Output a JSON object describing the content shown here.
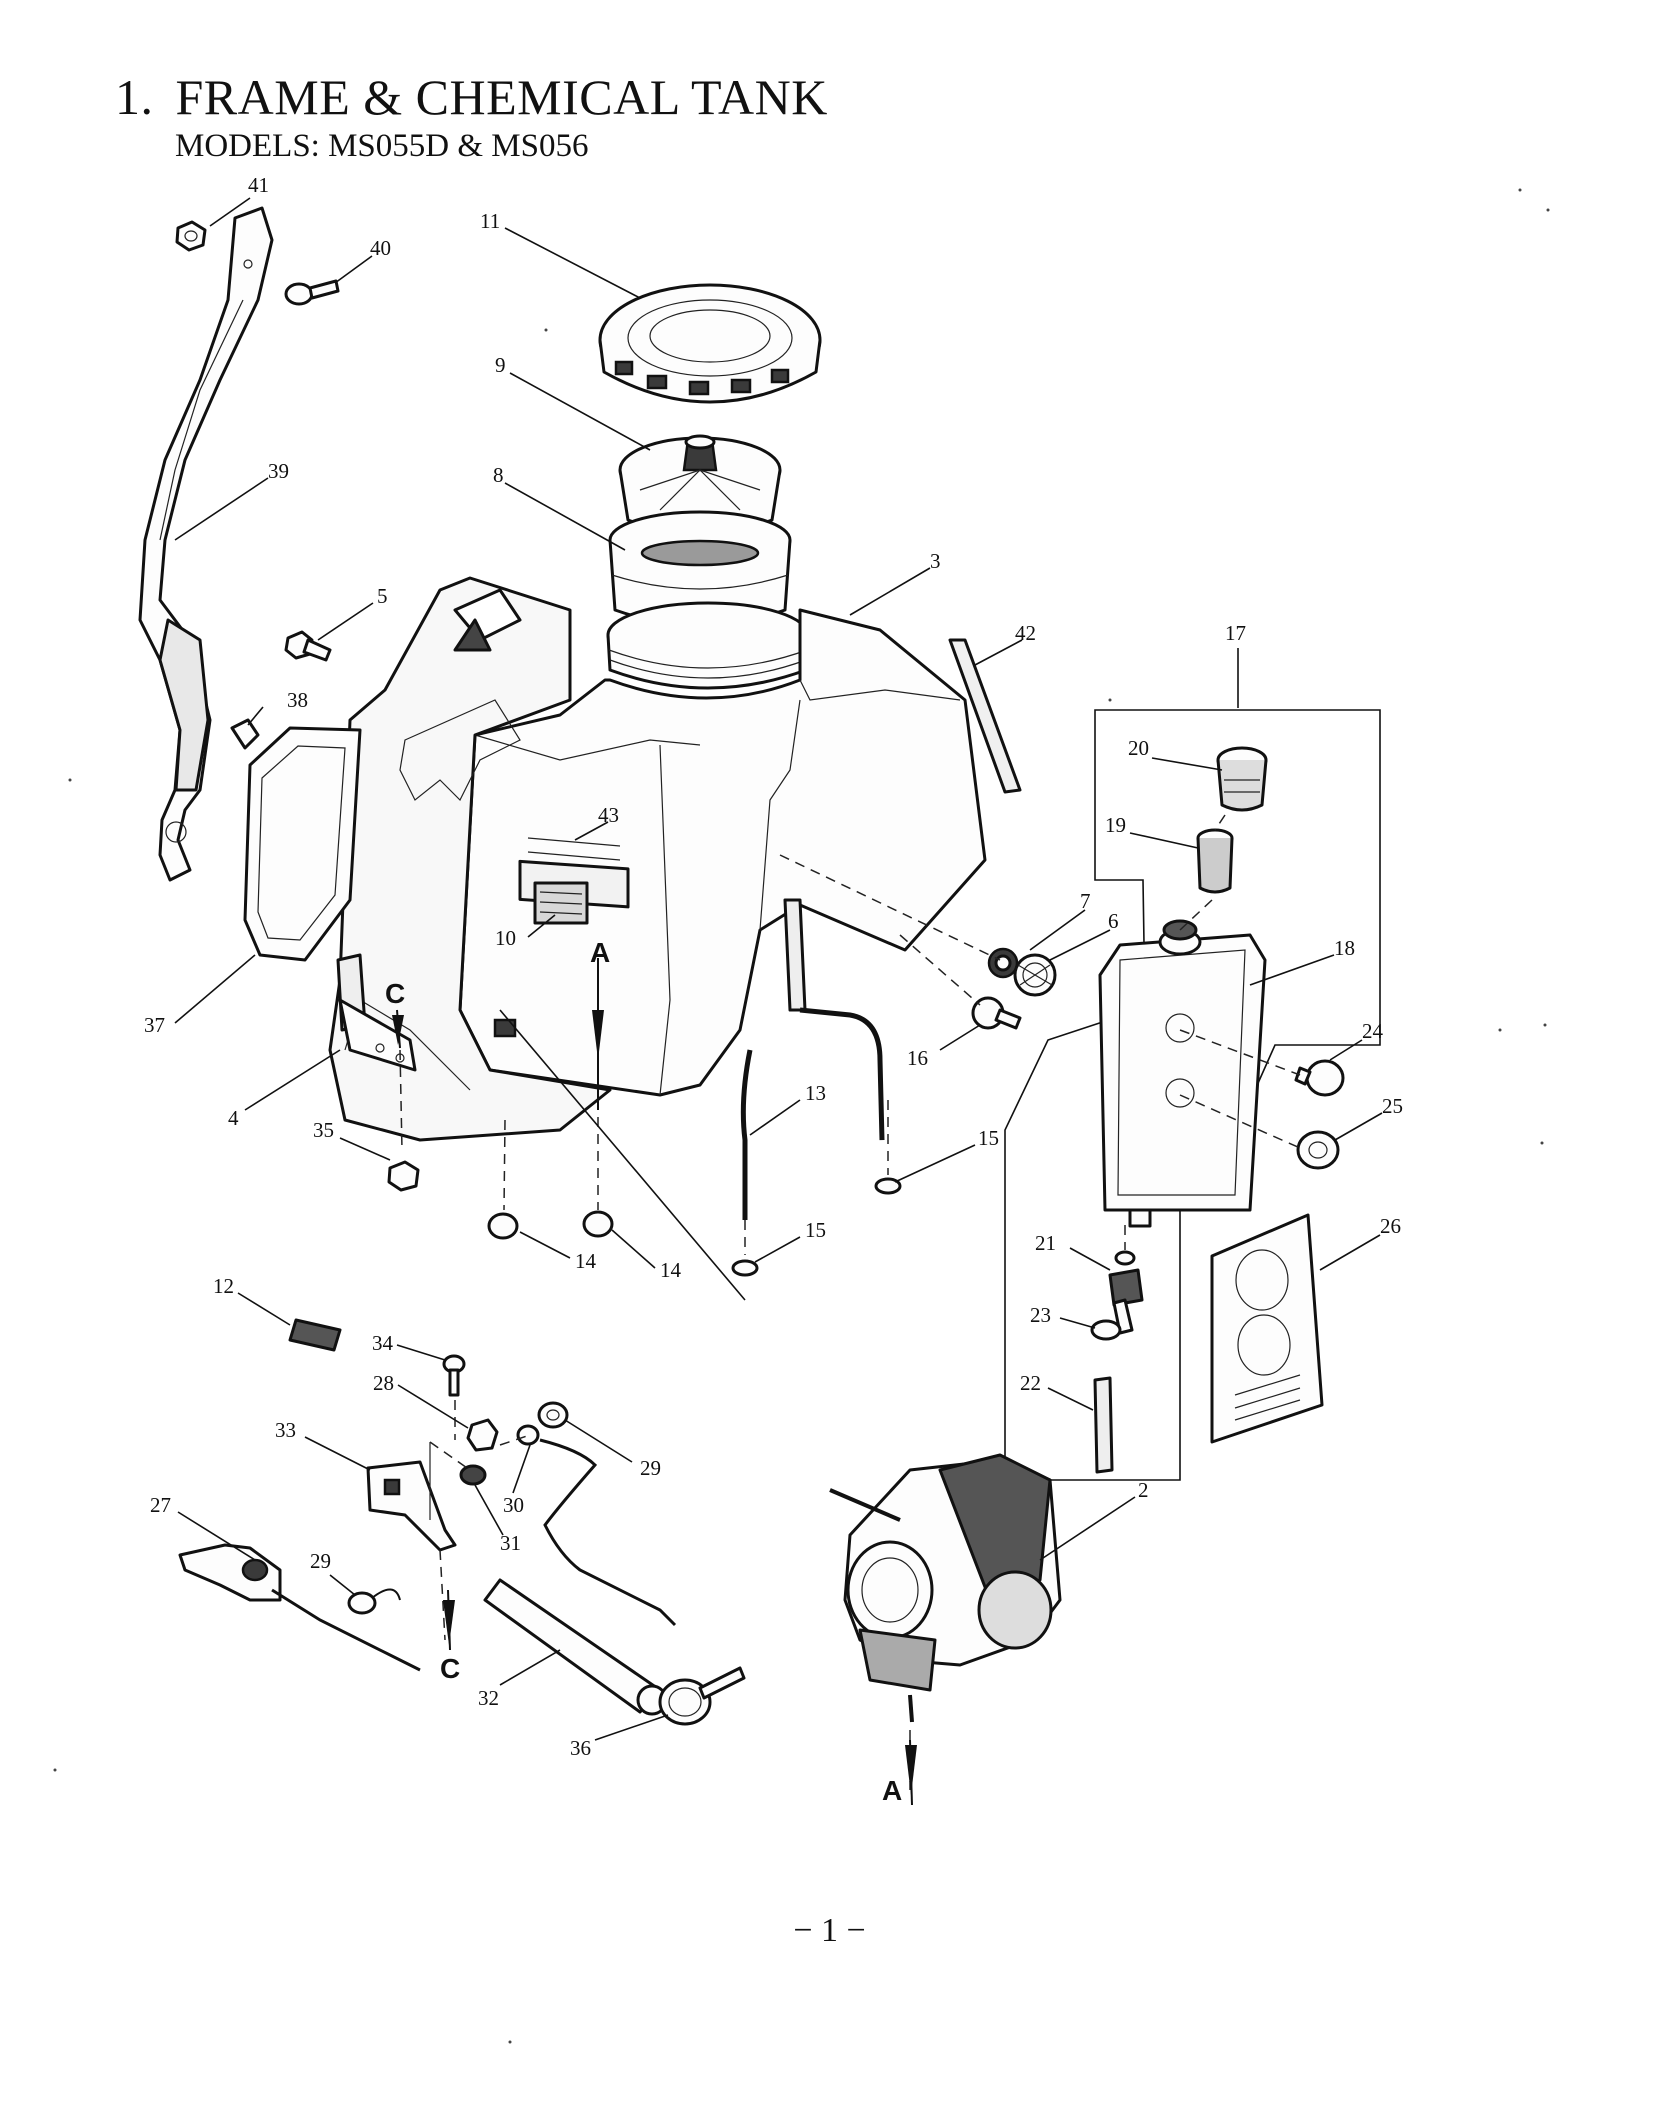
{
  "header": {
    "section_number": "1.",
    "title": "FRAME & CHEMICAL TANK",
    "models": "MODELS:  MS055D & MS056"
  },
  "footer": {
    "page_number": "− 1 −"
  },
  "callouts": [
    "41",
    "40",
    "11",
    "9",
    "39",
    "8",
    "3",
    "5",
    "42",
    "17",
    "38",
    "20",
    "19",
    "43",
    "7",
    "6",
    "18",
    "10",
    "37",
    "16",
    "24",
    "4",
    "13",
    "25",
    "35",
    "15",
    "15",
    "26",
    "14",
    "14",
    "12",
    "21",
    "34",
    "23",
    "28",
    "22",
    "33",
    "29",
    "2",
    "27",
    "30",
    "31",
    "29",
    "32",
    "36"
  ],
  "section_markers": [
    "A",
    "C",
    "C",
    "A"
  ]
}
